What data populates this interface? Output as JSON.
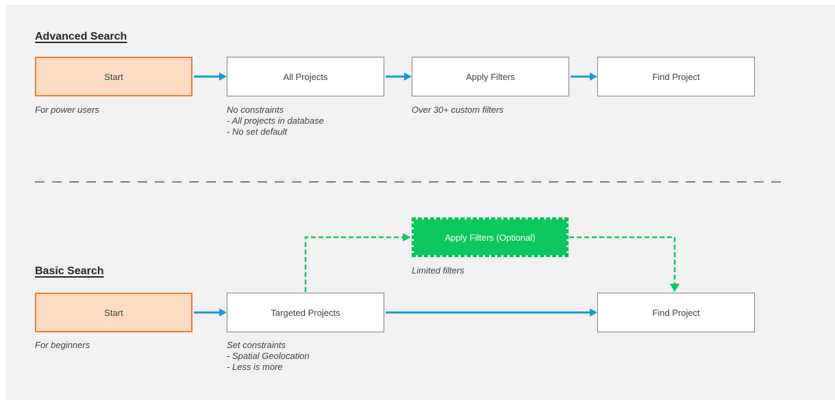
{
  "colors": {
    "background": "#f1f1f1",
    "accent_blue": "#1599d5",
    "flow_green": "#0cc95f",
    "green_border": "#00bd55",
    "orange_fill": "#fedcc3",
    "orange_border": "#ed7d31",
    "box_border": "#7f7f7f",
    "divider_gray": "#7f7f7f",
    "heading_text": "#262626",
    "text_dark": "#404040",
    "caption_text": "#3f3f3f"
  },
  "advanced": {
    "title": "Advanced Search",
    "nodes": [
      {
        "label": "Start",
        "captions": [
          "For power users"
        ]
      },
      {
        "label": "All Projects",
        "captions": [
          "No constraints",
          "- All projects in database",
          "- No set default"
        ]
      },
      {
        "label": "Apply Filters",
        "captions": [
          "Over 30+ custom filters"
        ]
      },
      {
        "label": "Find Project",
        "captions": []
      }
    ]
  },
  "basic": {
    "title": "Basic Search",
    "optional_node": {
      "label": "Apply Filters (Optional)",
      "captions": [
        "Limited filters"
      ]
    },
    "nodes": [
      {
        "label": "Start",
        "captions": [
          "For beginners"
        ]
      },
      {
        "label": "Targeted Projects",
        "captions": [
          "Set constraints",
          "- Spatial Geolocation",
          "- Less is more"
        ]
      },
      {
        "label": "Find Project",
        "captions": []
      }
    ]
  }
}
